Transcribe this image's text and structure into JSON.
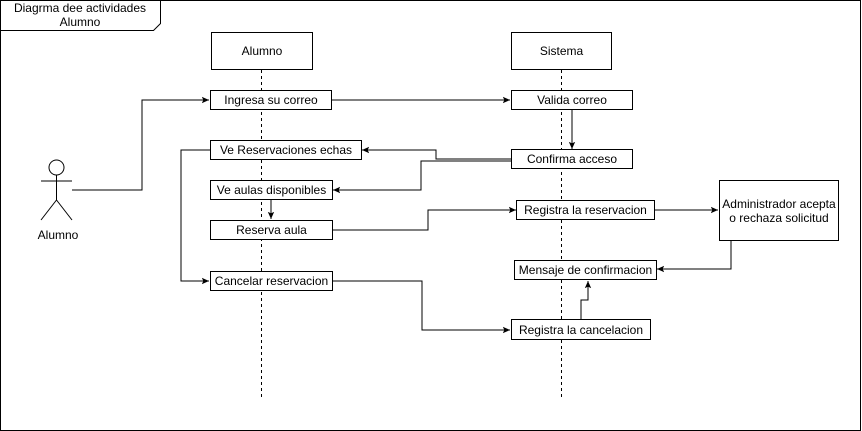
{
  "frame": {
    "title": "Diagrma dee actividades Alumno"
  },
  "actor": {
    "label": "Alumno",
    "icon": "stick-figure-actor-icon"
  },
  "lifelines": {
    "alumno": "Alumno",
    "sistema": "Sistema"
  },
  "activities": {
    "ingresa_correo": "Ingresa su correo",
    "valida_correo": "Valida correo",
    "ve_reservaciones": "Ve Reservaciones echas",
    "confirma_acceso": "Confirma acceso",
    "ve_aulas": "Ve aulas disponibles",
    "reserva_aula": "Reserva aula",
    "registra_reservacion": "Registra la reservacion",
    "administrador": "Administrador acepta o rechaza solicitud",
    "mensaje_confirmacion": "Mensaje de confirmacion",
    "cancelar_reservacion": "Cancelar reservacion",
    "registra_cancelacion": "Registra la cancelacion"
  }
}
